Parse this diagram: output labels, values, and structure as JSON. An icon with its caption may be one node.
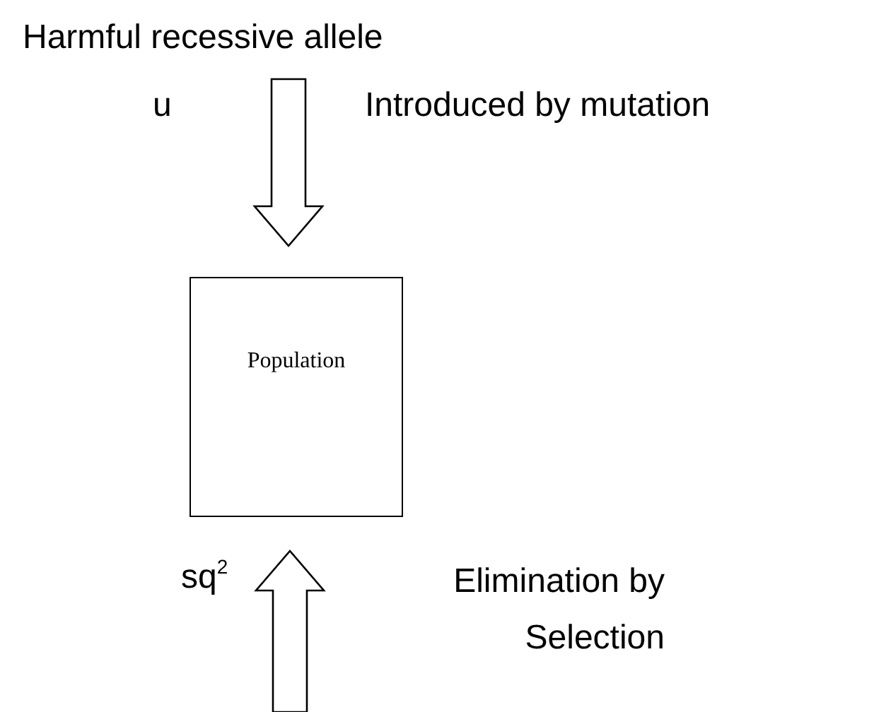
{
  "diagram": {
    "nodes": [
      {
        "text": [
          "Harmful recessive allele"
        ]
      },
      {
        "text": [
          "Population"
        ]
      }
    ],
    "edges": [
      {
        "from": 0,
        "to": 1,
        "arrow": "to",
        "label": "u"
      },
      {
        "from": null,
        "to": 1,
        "arrow": "to",
        "label": "sq$^{2}$"
      }
    ],
    "labels": [
      "Introduced by mutation",
      "Elimination by Selection"
    ]
  }
}
